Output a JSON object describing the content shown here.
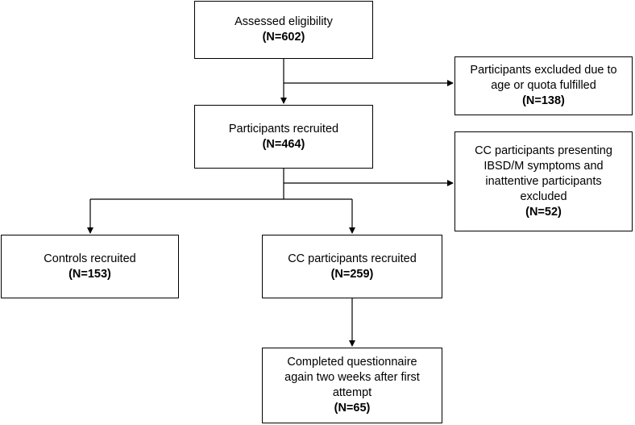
{
  "boxes": {
    "assessed": {
      "line1": "Assessed eligibility",
      "count": "(N=602)"
    },
    "excluded_age": {
      "line1": "Participants excluded due to",
      "line2": "age or quota fulfilled",
      "count": "(N=138)"
    },
    "recruited": {
      "line1": "Participants recruited",
      "count": "(N=464)"
    },
    "excluded_cc": {
      "line1": "CC participants presenting",
      "line2": "IBSD/M symptoms and",
      "line3": "inattentive participants",
      "line4": "excluded",
      "count": "(N=52)"
    },
    "controls": {
      "line1": "Controls recruited",
      "count": "(N=153)"
    },
    "cc_recruited": {
      "line1": "CC participants recruited",
      "count": "(N=259)"
    },
    "completed": {
      "line1": "Completed questionnaire",
      "line2": "again two weeks after first",
      "line3": "attempt",
      "count": "(N=65)"
    }
  }
}
